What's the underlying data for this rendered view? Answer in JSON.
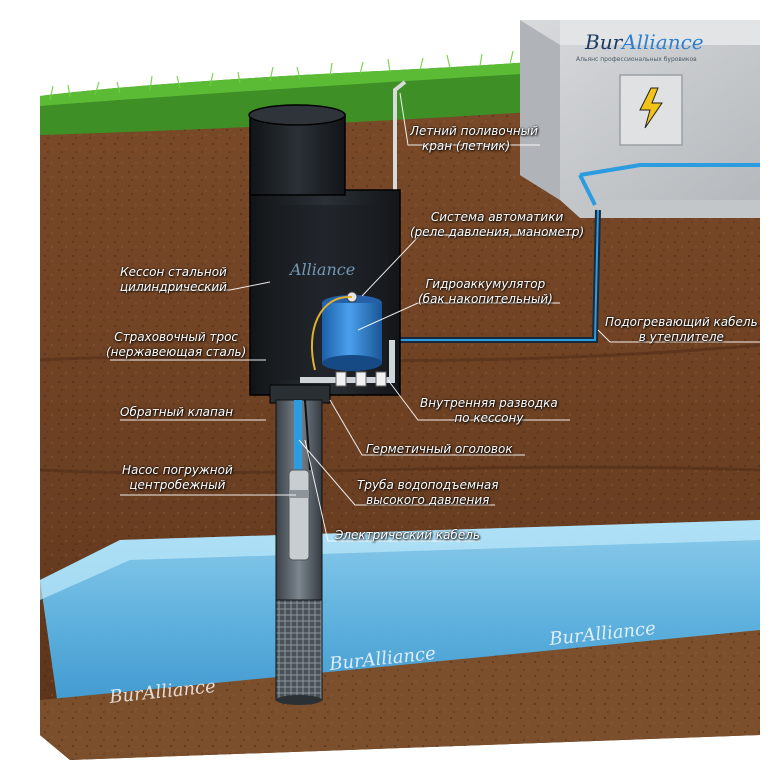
{
  "brand": {
    "part1": "Bur",
    "part2": "Alliance",
    "tagline": "Альянс профессиональных буровиков"
  },
  "labels": {
    "summer_tap": [
      "Летний поливочный",
      "кран (летник)"
    ],
    "automation": [
      "Система автоматики",
      "(реле давления, манометр)"
    ],
    "caisson": [
      "Кессон стальной",
      "цилиндрический"
    ],
    "accumulator": [
      "Гидроаккумулятор",
      "(бак накопительный)"
    ],
    "safety_cable": [
      "Страховочный трос",
      "(нержавеющая сталь)"
    ],
    "heating_cable": [
      "Подогревающий кабель",
      "в утеплителе"
    ],
    "internal_piping": [
      "Внутренняя разводка",
      "по кессону"
    ],
    "check_valve": "Обратный клапан",
    "sealed_head": "Герметичный оголовок",
    "pump": [
      "Насос погружной",
      "центробежный"
    ],
    "riser_pipe": [
      "Труба водоподъемная",
      "высокого давления"
    ],
    "electric_cable": "Электрический кабель"
  },
  "colors": {
    "grass": "#4aa52e",
    "soil": "#6b3f22",
    "soil_dark": "#4a2a16",
    "water": "#5fb8e8",
    "caisson": "#1e2226",
    "tank": "#2f7fd0",
    "wall": "#c9cccf",
    "pipe_blue": "#2d9be0"
  }
}
